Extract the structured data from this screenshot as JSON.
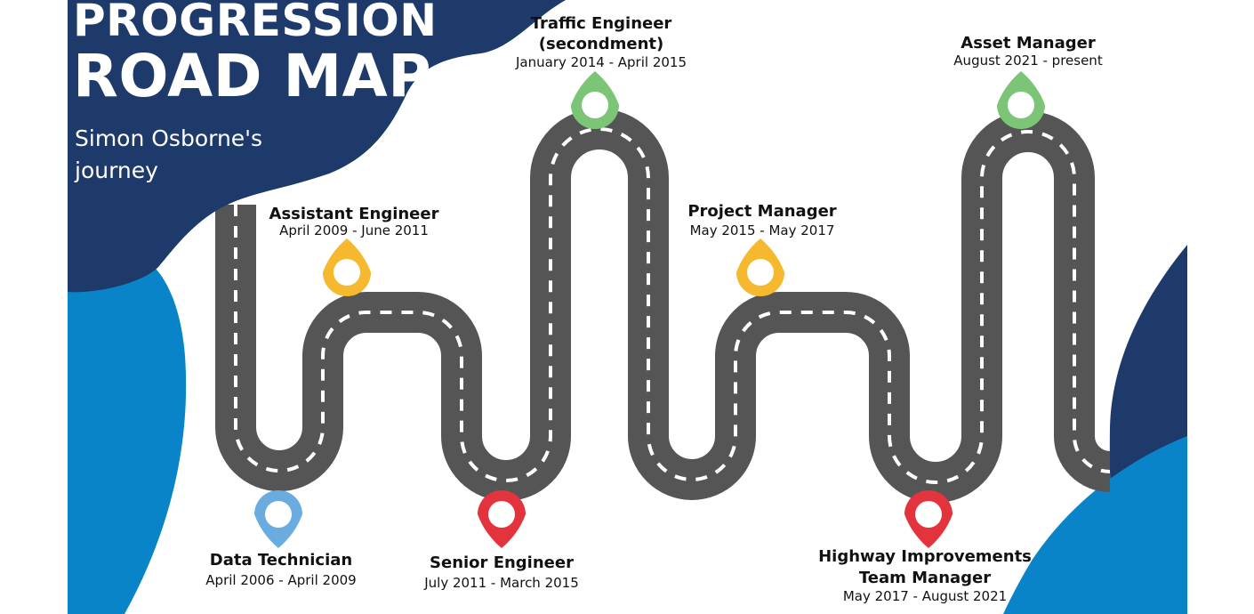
{
  "title": {
    "line1": "PROGRESSION",
    "line2": "ROAD MAP"
  },
  "subtitle": "Simon Osborne's journey",
  "colors": {
    "navy": "#1d3a6b",
    "sky": "#0a84c9",
    "road": "#555555",
    "yellow": "#f5b82e",
    "green": "#7cc576",
    "red": "#e3333c",
    "lightblue": "#6aace0"
  },
  "milestones": [
    {
      "title": "Data Technician",
      "dates": "April 2006 - April 2009",
      "pin_color": "lightblue"
    },
    {
      "title": "Assistant Engineer",
      "dates": "April 2009 - June 2011",
      "pin_color": "yellow"
    },
    {
      "title": "Senior Engineer",
      "dates": "July 2011 - March 2015",
      "pin_color": "red"
    },
    {
      "title": "Traffic Engineer",
      "title2": "(secondment)",
      "dates": "January 2014 - April 2015",
      "pin_color": "green"
    },
    {
      "title": "Project Manager",
      "dates": "May 2015 - May 2017",
      "pin_color": "yellow"
    },
    {
      "title": "Highway Improvements",
      "title2": "Team Manager",
      "dates": "May 2017 - August 2021",
      "pin_color": "red"
    },
    {
      "title": "Asset Manager",
      "dates": "August 2021 - present",
      "pin_color": "green"
    }
  ]
}
